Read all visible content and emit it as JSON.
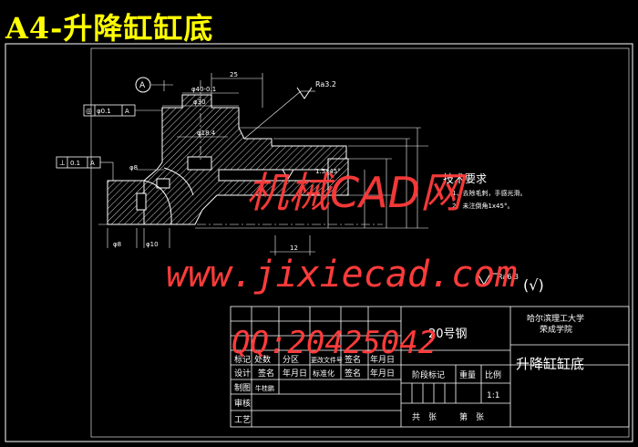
{
  "title": "A4-升降缸缸底",
  "datum_label": "A",
  "roughness_main": "Ra3.2",
  "roughness_other": "Ra6.3",
  "roughness_note": "(√)",
  "tolerance_1": {
    "symbol": "◎",
    "value": "φ0.1",
    "datum": "A"
  },
  "tolerance_2": {
    "symbol": "⊥",
    "value": "0.1",
    "datum": "A"
  },
  "dims": {
    "d1": "25",
    "d2": "φ40-0.1",
    "d3": "φ30",
    "d4": "φ18.4",
    "d5": "φ8",
    "d6": "φ8",
    "d7": "φ10",
    "d8": "12",
    "d9": "1.5x45°"
  },
  "tech_title": "技术要求",
  "tech_items": [
    "1、去除毛刺，手感光滑。",
    "2、未注倒角1x45°。"
  ],
  "watermarks": {
    "site_cn": "机械CAD网",
    "site_url": "www.jixiecad.com",
    "qq": "QQ:20425042"
  },
  "title_block": {
    "material": "20号钢",
    "school": "哈尔滨理工大学",
    "college": "荣成学院",
    "part_name": "升降缸缸底",
    "rows": [
      {
        "cells": [
          "标记",
          "处数",
          "分区",
          "更改文件号",
          "签名",
          "年月日"
        ]
      },
      {
        "cells": [
          "设计",
          "签名",
          "年月日",
          "标准化",
          "签名",
          "年月日"
        ]
      },
      {
        "cells": [
          "制图",
          "牛桂鹏"
        ]
      },
      {
        "cells": [
          "审核"
        ]
      },
      {
        "cells": [
          "工艺"
        ]
      }
    ],
    "stage_mark": "阶段标记",
    "weight": "重量",
    "scale_label": "比例",
    "scale": "1:1",
    "sheets_total": "共　张",
    "sheet_no": "第　张"
  }
}
